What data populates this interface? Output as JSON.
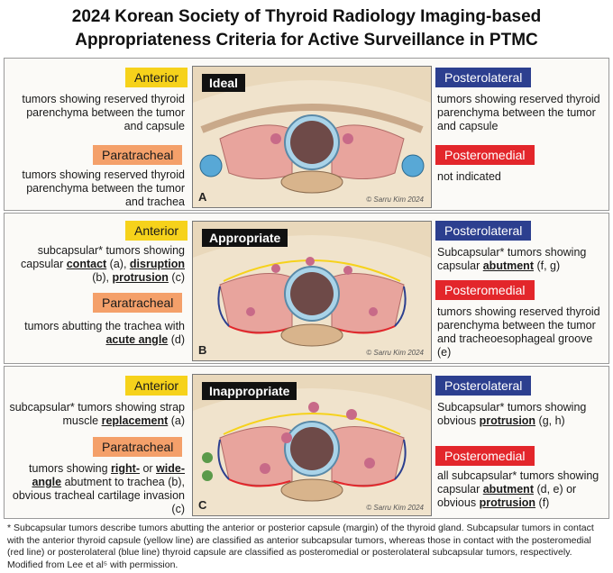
{
  "title_line1": "2024 Korean Society of Thyroid Radiology Imaging-based",
  "title_line2": "Appropriateness Criteria for Active Surveillance in PTMC",
  "labels": {
    "anterior": "Anterior",
    "paratracheal": "Paratracheal",
    "posterolateral": "Posterolateral",
    "posteromedial": "Posteromedial"
  },
  "ideal": {
    "image_label": "Ideal",
    "letter": "A",
    "signature": "© Sarru Kim 2024",
    "anterior": "tumors showing reserved thyroid parenchyma between the tumor and capsule",
    "paratracheal": "tumors showing reserved thyroid parenchyma between the tumor and trachea",
    "posterolateral": "tumors showing reserved thyroid parenchyma between the tumor and capsule",
    "posteromedial": "not indicated"
  },
  "appropriate": {
    "image_label": "Appropriate",
    "letter": "B",
    "signature": "© Sarru Kim 2024",
    "anterior_1": "subcapsular* tumors showing capsular ",
    "anterior_contact": "contact",
    "anterior_2": " (a), ",
    "anterior_disruption": "disruption",
    "anterior_3": " (b), ",
    "anterior_protrusion": "protrusion",
    "anterior_4": " (c)",
    "paratracheal_1": "tumors abutting the trachea with ",
    "paratracheal_acute": "acute angle",
    "paratracheal_2": " (d)",
    "posterolateral_1": "Subcapsular* tumors showing capsular ",
    "posterolateral_abutment": "abutment",
    "posterolateral_2": " (f, g)",
    "posteromedial": "tumors showing reserved thyroid parenchyma between the tumor and tracheoesophageal groove (e)"
  },
  "inappropriate": {
    "image_label": "Inappropriate",
    "letter": "C",
    "signature": "© Sarru Kim 2024",
    "anterior_1": "subcapsular* tumors showing strap muscle ",
    "anterior_replacement": "replacement",
    "anterior_2": " (a)",
    "paratracheal_1": "tumors showing ",
    "paratracheal_right": "right-",
    "paratracheal_2": " or ",
    "paratracheal_wide": "wide-angle",
    "paratracheal_3": " abutment to trachea (b), obvious tracheal cartilage invasion (c)",
    "posterolateral_1": "Subcapsular* tumors showing obvious ",
    "posterolateral_protrusion": "protrusion",
    "posterolateral_2": " (g, h)",
    "posteromedial_1": "all subcapsular* tumors showing capsular ",
    "posteromedial_abutment": "abutment",
    "posteromedial_2": " (d, e) or obvious ",
    "posteromedial_protrusion": "protrusion",
    "posteromedial_3": " (f)"
  },
  "footnote": "* Subcapsular tumors describe tumors abutting the anterior or posterior capsule (margin) of the thyroid gland. Subcapsular tumors in contact with the anterior thyroid capsule (yellow line) are classified as anterior subcapsular tumors, whereas those in contact with the posteromedial (red line) or posterolateral (blue line) thyroid capsule are classified as posteromedial or posterolateral subcapsular tumors, respectively. Modified from Lee et al⁵ with permission.",
  "colors": {
    "anterior": "#f6d21b",
    "paratracheal": "#f4a06a",
    "posterolateral": "#2c3f8f",
    "posteromedial": "#e3262b"
  }
}
